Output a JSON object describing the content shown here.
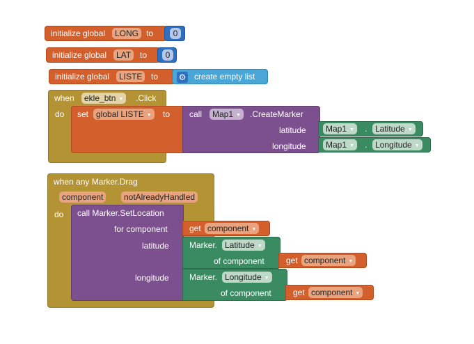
{
  "globals": [
    {
      "init_label": "initialize global",
      "name": "LONG",
      "to_label": "to",
      "value": "0"
    },
    {
      "init_label": "initialize global",
      "name": "LAT",
      "to_label": "to",
      "value": "0"
    },
    {
      "init_label": "initialize global",
      "name": "LISTE",
      "to_label": "to",
      "value": "create empty list"
    }
  ],
  "click_event": {
    "when": "when",
    "component": "ekle_btn",
    "event": ".Click",
    "do": "do",
    "set": "set",
    "var": "global LISTE",
    "to": "to",
    "call": "call",
    "map": "Map1",
    "method": ".CreateMarker",
    "lat_label": "latitude",
    "lat_comp": "Map1",
    "lat_prop": "Latitude",
    "lon_label": "longitude",
    "lon_comp": "Map1",
    "lon_prop": "Longitude",
    "dot": "."
  },
  "drag_event": {
    "title": "when any Marker.Drag",
    "param1": "component",
    "param2": "notAlreadyHandled",
    "do": "do",
    "call": "call Marker.SetLocation",
    "for_component": "for component",
    "get": "get",
    "component": "component",
    "latitude": "latitude",
    "longitude": "longitude",
    "marker_prefix": "Marker.",
    "lat_prop": "Latitude",
    "lon_prop": "Longitude",
    "of_component": "of component"
  },
  "colors": {
    "variables": "#d35f2c",
    "control": "#b49335",
    "procedure": "#7c4f8f",
    "component": "#3b8b62",
    "math": "#2f6fc0",
    "lists": "#4aa6d6"
  }
}
